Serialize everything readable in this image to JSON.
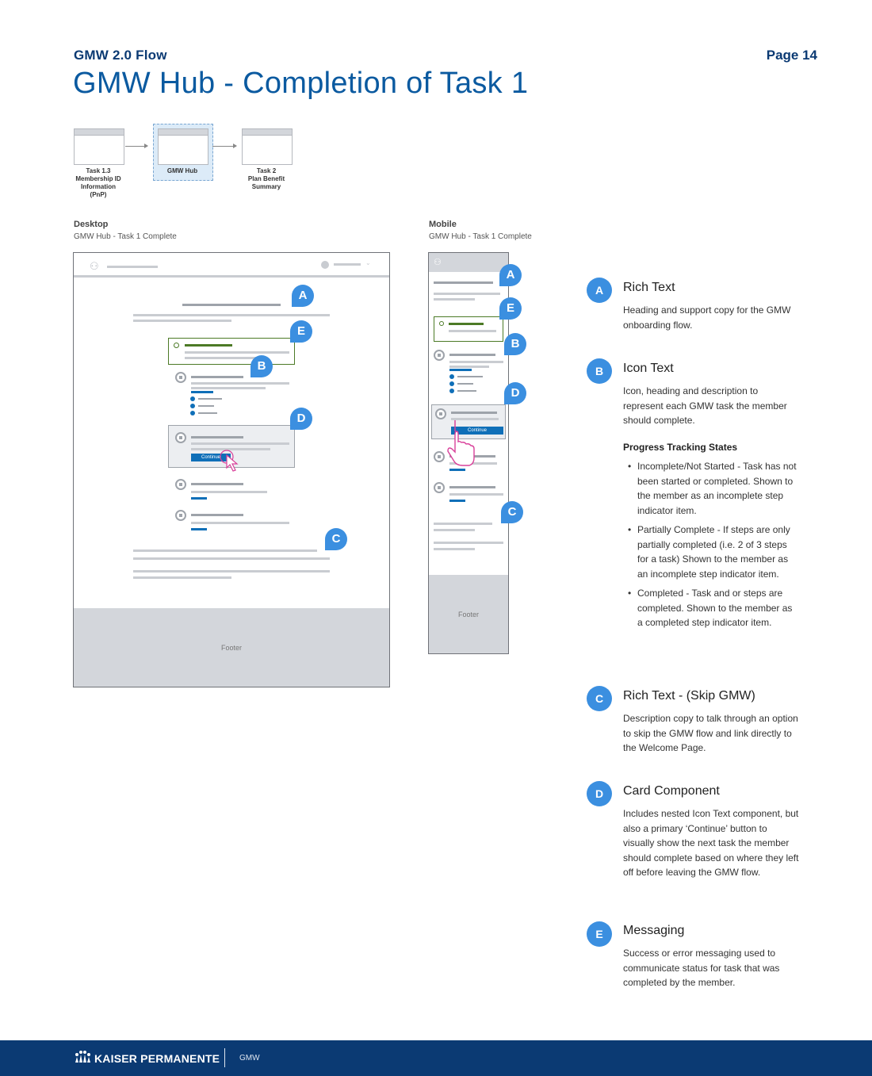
{
  "header": {
    "eyebrow": "GMW 2.0 Flow",
    "page": "Page 14",
    "title": "GMW Hub - Completion of Task 1"
  },
  "flow": [
    {
      "label_lines": [
        "Task 1.3",
        "Membership ID",
        "Information",
        "(PnP)"
      ]
    },
    {
      "label_lines": [
        "GMW Hub"
      ],
      "highlighted": true
    },
    {
      "label_lines": [
        "Task 2",
        "Plan Benefit",
        "Summary"
      ]
    }
  ],
  "desktop": {
    "label": "Desktop",
    "sub": "GMW Hub - Task 1 Complete",
    "footer": "Footer",
    "button": "Continue"
  },
  "mobile": {
    "label": "Mobile",
    "sub": "GMW Hub - Task 1 Complete",
    "footer": "Footer",
    "button": "Continue"
  },
  "pins": [
    "A",
    "B",
    "C",
    "D",
    "E"
  ],
  "legend": [
    {
      "letter": "A",
      "heading": "Rich Text",
      "desc": "Heading and support copy for the GMW onboarding flow."
    },
    {
      "letter": "B",
      "heading": "Icon Text",
      "desc": "Icon, heading and description to represent each GMW task the member should complete.",
      "subheading": "Progress Tracking States",
      "bullets": [
        "Incomplete/Not Started - Task has not been started or completed. Shown to the member as an incomplete step indicator item.",
        "Partially Complete - If steps are only partially completed (i.e. 2 of 3 steps for a task) Shown to the member as an incomplete step indicator item.",
        "Completed - Task and or steps are completed. Shown to the member as a completed step indicator item."
      ]
    },
    {
      "letter": "C",
      "heading": "Rich Text - (Skip GMW)",
      "desc": "Description copy to talk through an option to skip the GMW flow and link directly to the Welcome Page."
    },
    {
      "letter": "D",
      "heading": "Card Component",
      "desc": "Includes nested Icon Text component, but also a primary ‘Continue’ button to visually show the next task the member should complete based on where they left off before leaving the GMW flow."
    },
    {
      "letter": "E",
      "heading": "Messaging",
      "desc": "Success or error messaging used to communicate status for task that was completed by the member."
    }
  ],
  "bottom_bar": {
    "brand": "KAISER PERMANENTE",
    "product": "GMW"
  },
  "colors": {
    "navy": "#0b3a73",
    "accent_blue": "#3b8fe0",
    "title_blue": "#0b5aa0",
    "button_blue": "#0f6fb8",
    "success_green": "#4c7a26",
    "cursor_pink": "#d9409a"
  }
}
